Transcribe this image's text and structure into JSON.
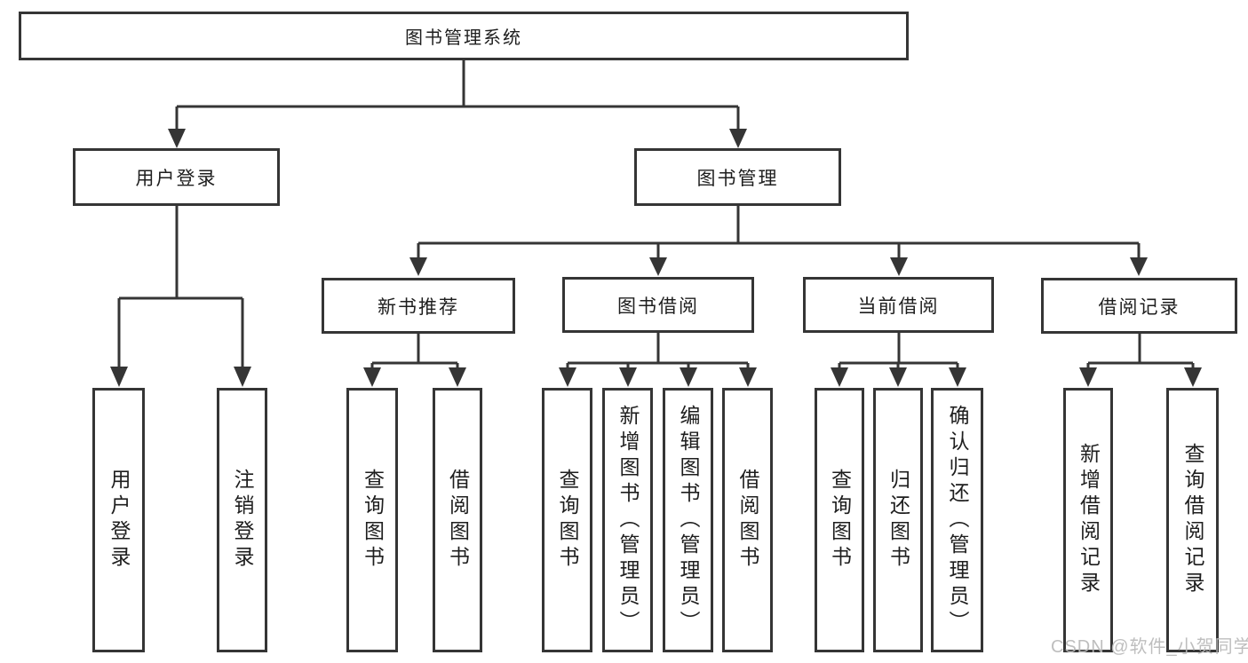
{
  "colors": {
    "line": "#353535",
    "box_border": "#353535",
    "text": "#1e1e1e",
    "watermark": "#b9b9b9",
    "background": "#ffffff"
  },
  "watermark": {
    "text": "CSDN @软件_小贺同学"
  },
  "tree": {
    "root": {
      "label": "图书管理系统"
    },
    "children": [
      {
        "label": "用户登录",
        "children": [
          {
            "label": "用户登录"
          },
          {
            "label": "注销登录"
          }
        ]
      },
      {
        "label": "图书管理",
        "children": [
          {
            "label": "新书推荐",
            "children": [
              {
                "label": "查询图书"
              },
              {
                "label": "借阅图书"
              }
            ]
          },
          {
            "label": "图书借阅",
            "children": [
              {
                "label": "查询图书"
              },
              {
                "label": "新增图书（管理员）"
              },
              {
                "label": "编辑图书（管理员）"
              },
              {
                "label": "借阅图书"
              }
            ]
          },
          {
            "label": "当前借阅",
            "children": [
              {
                "label": "查询图书"
              },
              {
                "label": "归还图书"
              },
              {
                "label": "确认归还（管理员）"
              }
            ]
          },
          {
            "label": "借阅记录",
            "children": [
              {
                "label": "新增借阅记录"
              },
              {
                "label": "查询借阅记录"
              }
            ]
          }
        ]
      }
    ]
  }
}
